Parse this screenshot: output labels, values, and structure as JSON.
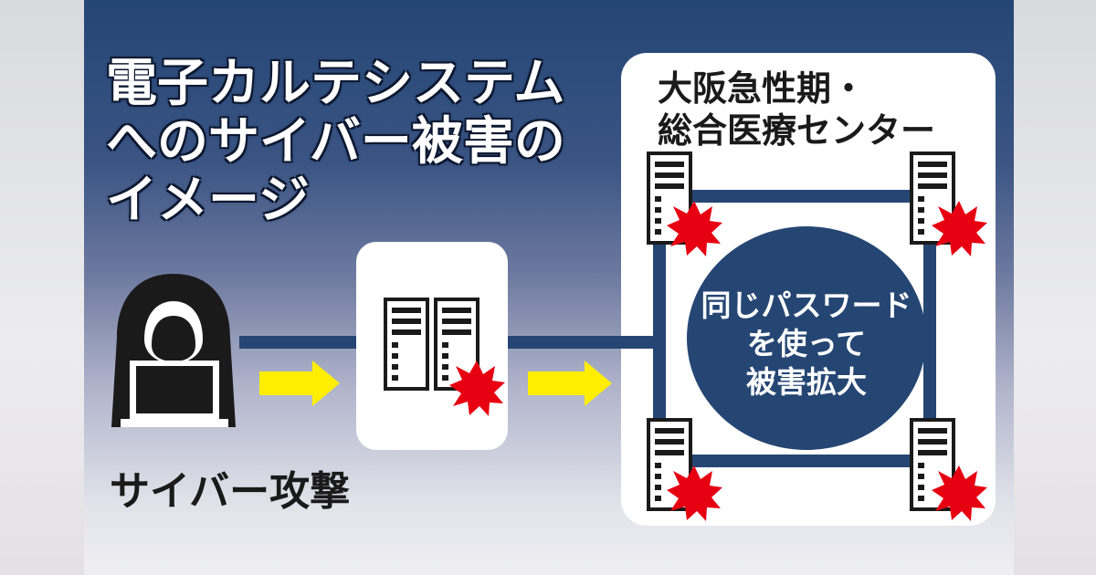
{
  "title": {
    "lines": [
      "電子カルテシステム",
      "へのサイバー被害の",
      "イメージ"
    ]
  },
  "attacker": {
    "label": "サイバー攻撃",
    "icon": "hooded-hacker-icon"
  },
  "hospital": {
    "name_lines": [
      "大阪急性期・",
      "総合医療センター"
    ],
    "center_lines": [
      "同じパスワード",
      "を使って",
      "被害拡大"
    ]
  },
  "colors": {
    "navy": "#254673",
    "arrow_yellow": "#ffee00",
    "burst_red": "#e60012",
    "box_white": "#ffffff"
  }
}
